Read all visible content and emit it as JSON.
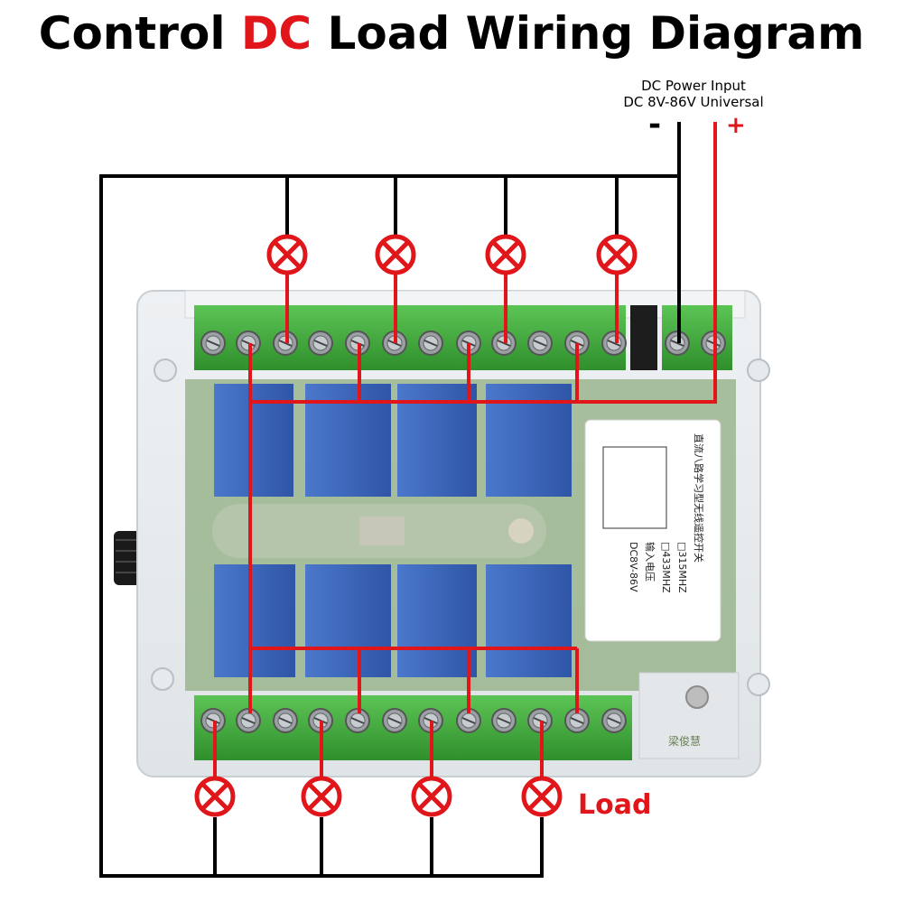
{
  "title": {
    "before": "Control",
    "accent": "DC",
    "after": "Load Wiring Diagram"
  },
  "power_input": {
    "line1": "DC Power Input",
    "line2": "DC 8V-86V Universal",
    "minus": "-",
    "plus": "+"
  },
  "load_label": "Load",
  "sticker": {
    "line1": "直流八路学习型无线遥控开关",
    "line2": "□315MHZ",
    "line3": "□433MHZ",
    "line4": "输入电压",
    "line5": "DC8V-86V"
  },
  "housing_logo": "梁俊慧",
  "colors": {
    "load_wire": "#e0161a",
    "ground_wire": "#000000",
    "terminal_green": "#3fae3a",
    "relay_blue": "#3a63b8",
    "board_green": "#8fae7f"
  }
}
